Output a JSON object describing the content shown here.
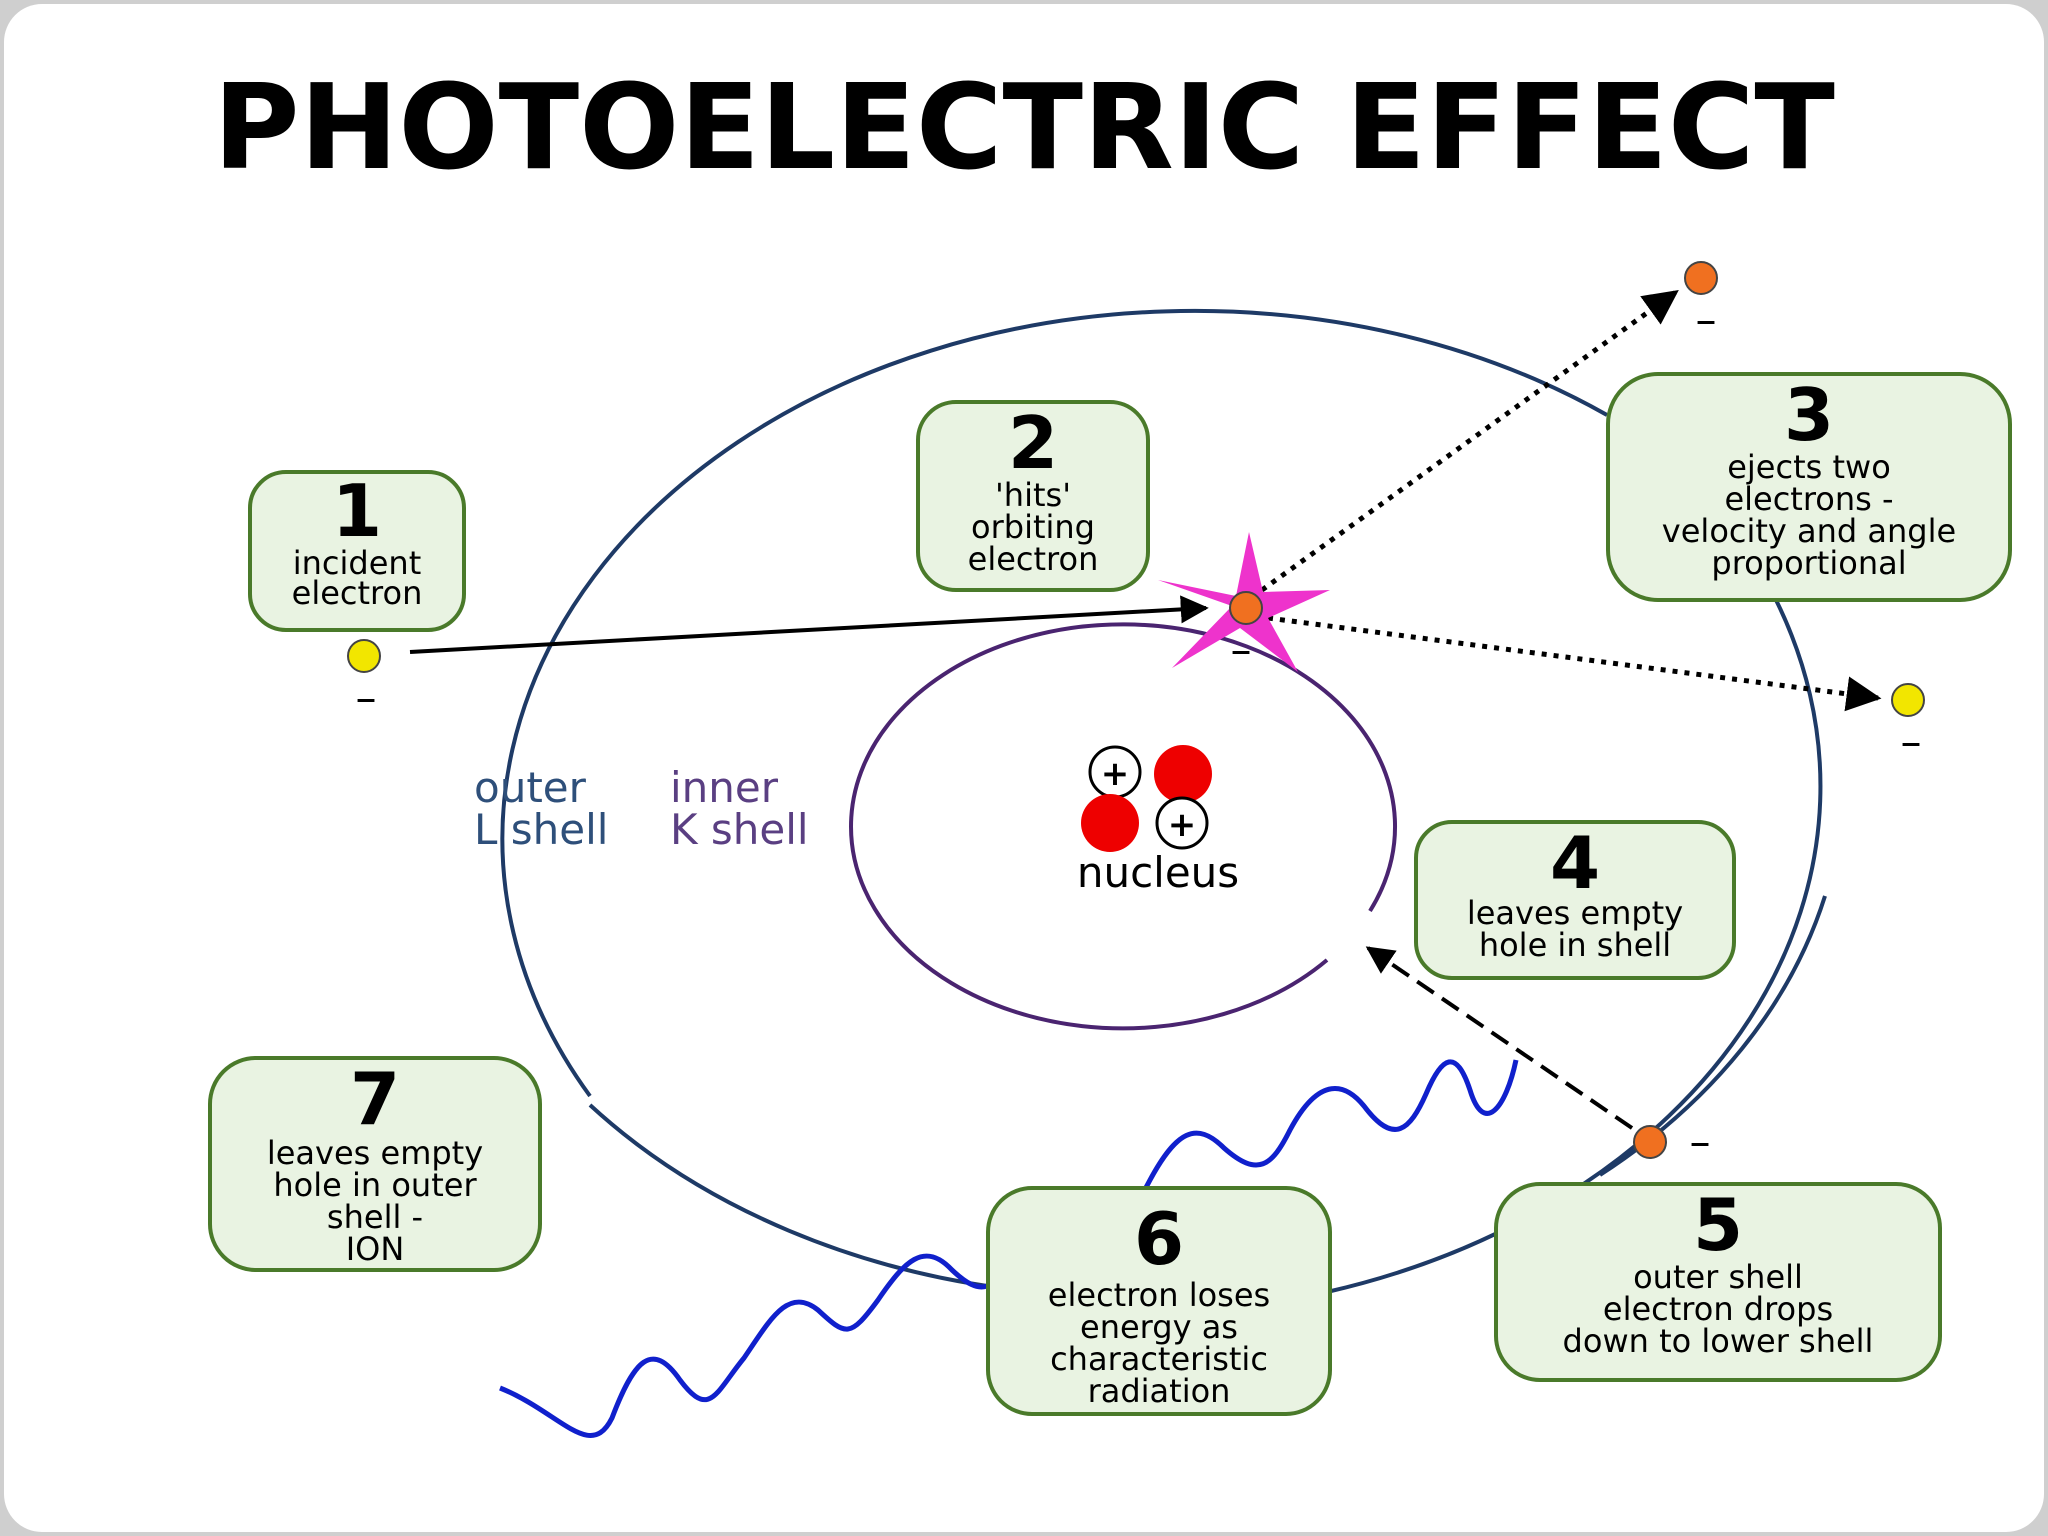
{
  "title": "PHOTOELECTRIC EFFECT",
  "shells": {
    "outer_line1": "outer",
    "outer_line2": "L shell",
    "inner_line1": "inner",
    "inner_line2": "K shell"
  },
  "nucleus": {
    "label": "nucleus",
    "charge_symbol": "+"
  },
  "electron_charge_symbol": "–",
  "steps": [
    {
      "number": "1",
      "lines": [
        "incident",
        "electron"
      ]
    },
    {
      "number": "2",
      "lines": [
        "'hits'",
        "orbiting",
        "electron"
      ]
    },
    {
      "number": "3",
      "lines": [
        "ejects two",
        "electrons -",
        "velocity and angle",
        "proportional"
      ]
    },
    {
      "number": "4",
      "lines": [
        "leaves empty",
        "hole in shell"
      ]
    },
    {
      "number": "5",
      "lines": [
        "outer shell",
        "electron drops",
        "down to lower shell"
      ]
    },
    {
      "number": "6",
      "lines": [
        "electron loses",
        "energy as",
        "characteristic",
        "radiation"
      ]
    },
    {
      "number": "7",
      "lines": [
        "leaves empty",
        "hole in outer",
        "shell -",
        "ION"
      ]
    }
  ],
  "colors": {
    "outer_shell": "#1e3a66",
    "inner_shell": "#4a2470",
    "box_fill": "#e9f3e2",
    "box_stroke": "#4a7a2a",
    "incident_electron": "#f2e600",
    "orbital_electron": "#f07020",
    "proton": "#ee0000",
    "impact_star": "#ee33cc",
    "radiation_wave": "#1020cc"
  }
}
